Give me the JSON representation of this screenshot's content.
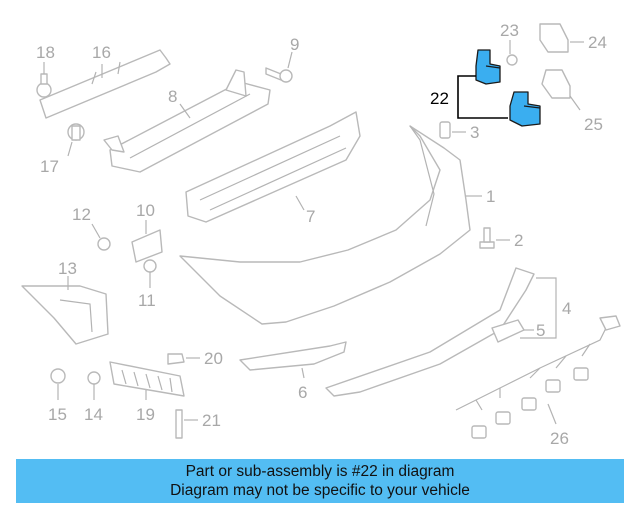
{
  "callouts": {
    "n1": "1",
    "n2": "2",
    "n3": "3",
    "n4": "4",
    "n5": "5",
    "n6": "6",
    "n7": "7",
    "n8": "8",
    "n9": "9",
    "n10": "10",
    "n11": "11",
    "n12": "12",
    "n13": "13",
    "n14": "14",
    "n15": "15",
    "n16": "16",
    "n17": "17",
    "n18": "18",
    "n19": "19",
    "n20": "20",
    "n21": "21",
    "n22": "22",
    "n23": "23",
    "n24": "24",
    "n25": "25",
    "n26": "26"
  },
  "highlight": {
    "callout": "22",
    "color": "#3aaef0"
  },
  "banner": {
    "line1": "Part or sub-assembly is #22 in diagram",
    "line2": "Diagram may not be specific to your vehicle",
    "background": "#53bdf3"
  }
}
